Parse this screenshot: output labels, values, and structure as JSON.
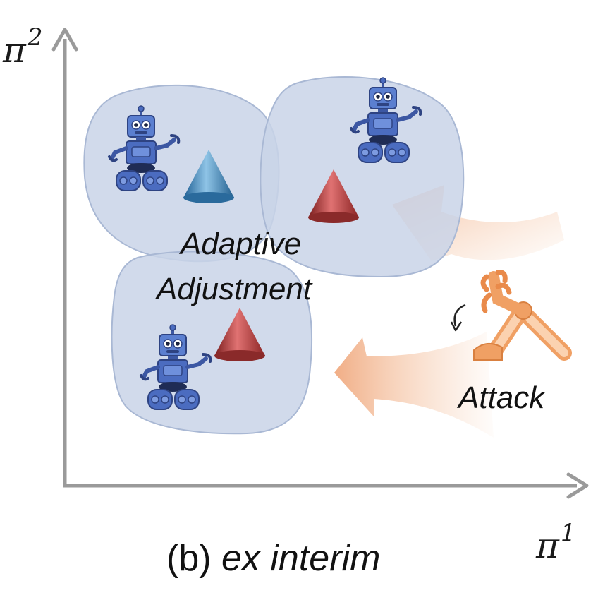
{
  "axes": {
    "y_label_symbol": "π",
    "y_label_sup": "2",
    "x_label_symbol": "π",
    "x_label_sup": "1"
  },
  "annotations": {
    "adaptive_line1": "Adaptive",
    "adaptive_line2": "Adjustment",
    "attack": "Attack"
  },
  "caption": {
    "prefix": "(b) ",
    "emphasis": "ex interim"
  },
  "colors": {
    "region_fill": "#c9d4e8",
    "region_stroke": "#a9b8d4",
    "axis": "#9a9a9a",
    "robot_blue": "#4b6cc0",
    "cone_blue": "#3f7fb0",
    "cone_red": "#b83a3a",
    "attack_orange": "#f2b48c",
    "arm_orange": "#f0a064"
  },
  "icons": [
    "robot-icon",
    "cone-icon",
    "robotic-arm-icon",
    "curved-arrow-icon"
  ]
}
